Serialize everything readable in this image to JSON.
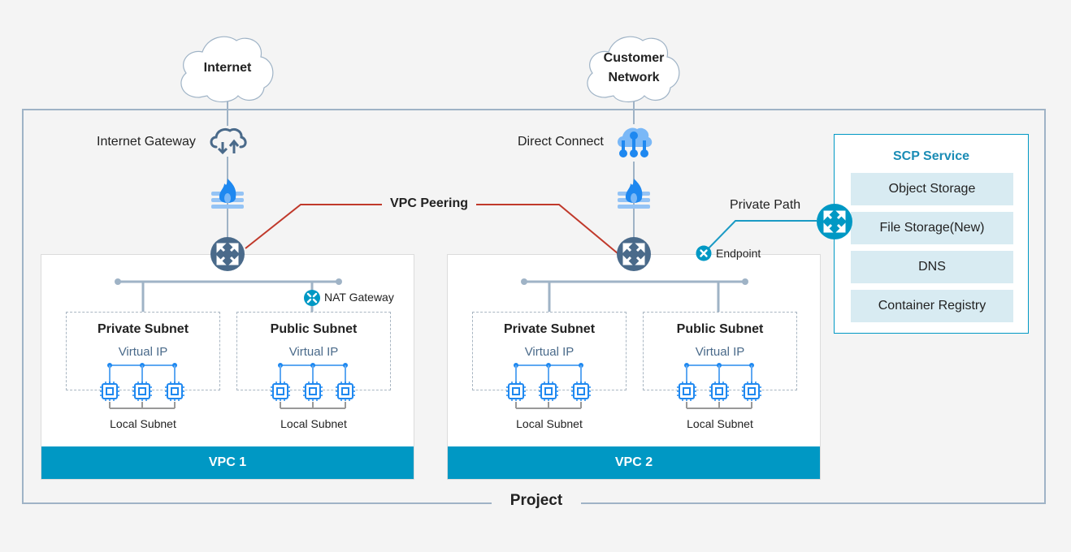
{
  "clouds": {
    "internet": "Internet",
    "customer_line1": "Customer",
    "customer_line2": "Network"
  },
  "gateways": {
    "internet_gateway": "Internet Gateway",
    "direct_connect": "Direct Connect",
    "vpc_peering": "VPC Peering",
    "private_path": "Private Path",
    "endpoint": "Endpoint",
    "nat_gateway": "NAT Gateway"
  },
  "vpcs": [
    {
      "label": "VPC 1",
      "subnets": [
        {
          "title": "Private Subnet",
          "virtual_ip": "Virtual IP",
          "local": "Local Subnet"
        },
        {
          "title": "Public Subnet",
          "virtual_ip": "Virtual IP",
          "local": "Local Subnet"
        }
      ]
    },
    {
      "label": "VPC 2",
      "subnets": [
        {
          "title": "Private Subnet",
          "virtual_ip": "Virtual IP",
          "local": "Local Subnet"
        },
        {
          "title": "Public Subnet",
          "virtual_ip": "Virtual IP",
          "local": "Local Subnet"
        }
      ]
    }
  ],
  "scp_service": {
    "title": "SCP Service",
    "items": [
      "Object Storage",
      "File Storage(New)",
      "DNS",
      "Container Registry"
    ]
  },
  "project_label": "Project",
  "colors": {
    "accent": "#0098c4",
    "router": "#4a6a8a",
    "peering_line": "#c0392b",
    "firewall": "#1e88f0",
    "connector": "#9fb3c6"
  },
  "icons": {
    "cloud": "cloud-icon",
    "internet_gateway": "cloud-upload-download-icon",
    "direct_connect": "cloud-connect-icon",
    "firewall": "firewall-icon",
    "router": "router-icon",
    "endpoint": "endpoint-x-icon",
    "nat": "nat-gateway-icon",
    "instance": "cpu-chip-icon"
  }
}
